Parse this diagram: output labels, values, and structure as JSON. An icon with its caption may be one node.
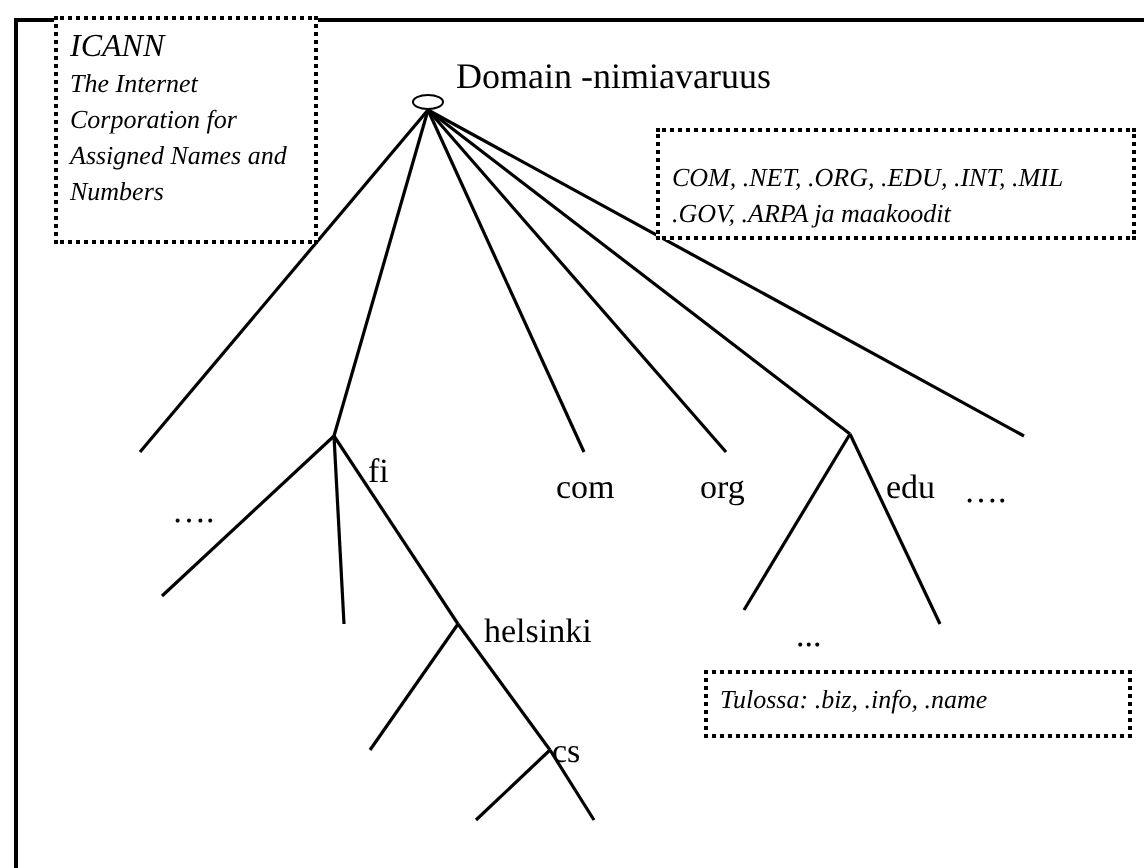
{
  "diagram": {
    "title": "Domain -nimiavaruus",
    "nodes": [
      {
        "text": [
          "ICANN",
          "The Internet Corporation for Assigned Names and Numbers"
        ]
      },
      {
        "text": [
          "COM, .NET, .ORG, .EDU, .INT, .MIL .GOV, .ARPA ja maakoodit"
        ]
      },
      {
        "text": [
          "Tulossa: .biz, .info, .name"
        ]
      },
      {
        "text": [],
        "shape": "circle"
      },
      {
        "text": [
          "fi"
        ]
      },
      {
        "text": [
          "com"
        ]
      },
      {
        "text": [
          "org"
        ]
      },
      {
        "text": [
          "edu"
        ]
      },
      {
        "text": [
          "helsinki"
        ]
      },
      {
        "text": [
          "cs"
        ]
      }
    ],
    "edges": [
      {
        "from": 3,
        "to": null,
        "arrow": "none"
      },
      {
        "from": 3,
        "to": 4,
        "arrow": "none"
      },
      {
        "from": 3,
        "to": 5,
        "arrow": "none"
      },
      {
        "from": 3,
        "to": 6,
        "arrow": "none"
      },
      {
        "from": 3,
        "to": 7,
        "arrow": "none"
      },
      {
        "from": 3,
        "to": null,
        "arrow": "none"
      },
      {
        "from": 4,
        "to": null,
        "arrow": "none"
      },
      {
        "from": 4,
        "to": null,
        "arrow": "none"
      },
      {
        "from": 4,
        "to": 8,
        "arrow": "none"
      },
      {
        "from": 8,
        "to": null,
        "arrow": "none"
      },
      {
        "from": 8,
        "to": 9,
        "arrow": "none"
      },
      {
        "from": 9,
        "to": null,
        "arrow": "none"
      },
      {
        "from": 9,
        "to": null,
        "arrow": "none"
      },
      {
        "from": 7,
        "to": null,
        "arrow": "none"
      },
      {
        "from": 7,
        "to": null,
        "arrow": "none"
      }
    ],
    "labels": [
      "….",
      "….",
      "..."
    ]
  }
}
